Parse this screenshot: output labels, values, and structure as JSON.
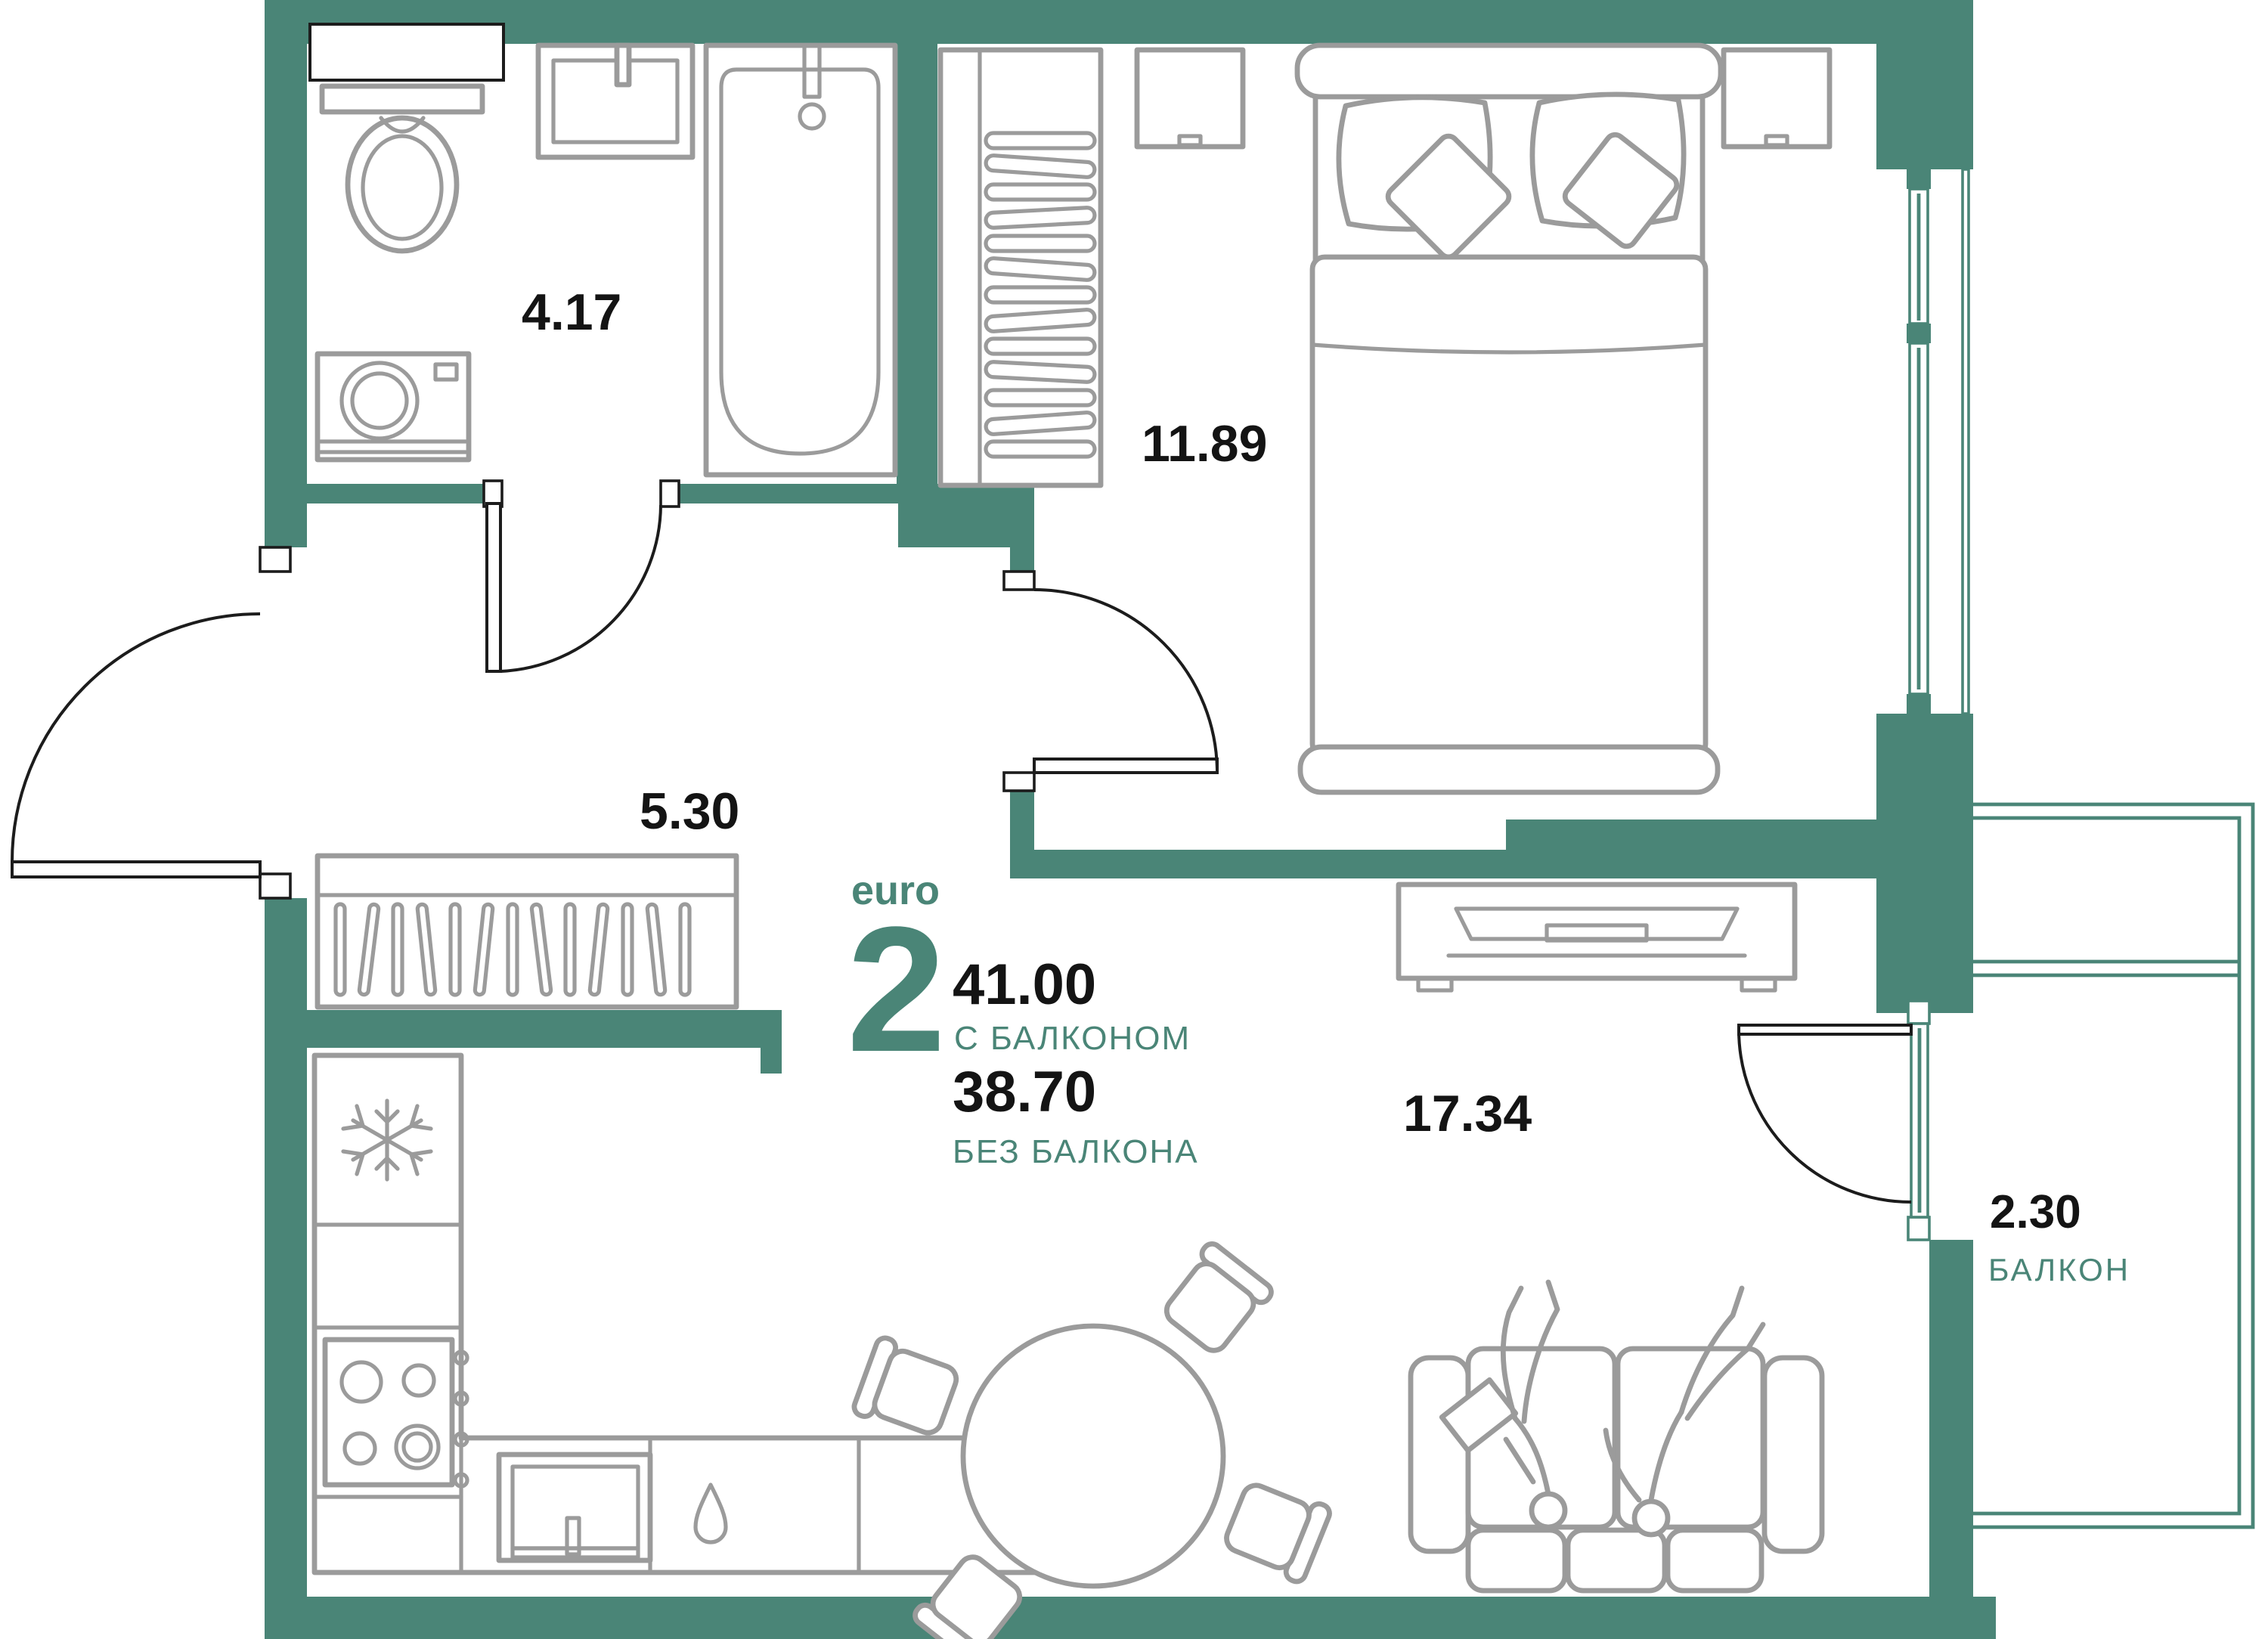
{
  "plan": {
    "unit": {
      "type_label": "euro",
      "rooms_count": "2",
      "area_with_balcony": "41.00",
      "with_balcony_caption": "С БАЛКОНОМ",
      "area_without_balcony": "38.70",
      "without_balcony_caption": "БЕЗ БАЛКОНА"
    },
    "rooms": [
      {
        "name": "bathroom",
        "area": "4.17"
      },
      {
        "name": "bedroom",
        "area": "11.89"
      },
      {
        "name": "hallway",
        "area": "5.30"
      },
      {
        "name": "living-kitchen",
        "area": "17.34"
      },
      {
        "name": "balcony",
        "area": "2.30",
        "label": "БАЛКОН"
      }
    ],
    "colors": {
      "wall": "#4a8577",
      "furniture": "#9b9b9b",
      "text_dark": "#141414",
      "text_accent": "#4a8577",
      "background": "#ffffff"
    }
  }
}
